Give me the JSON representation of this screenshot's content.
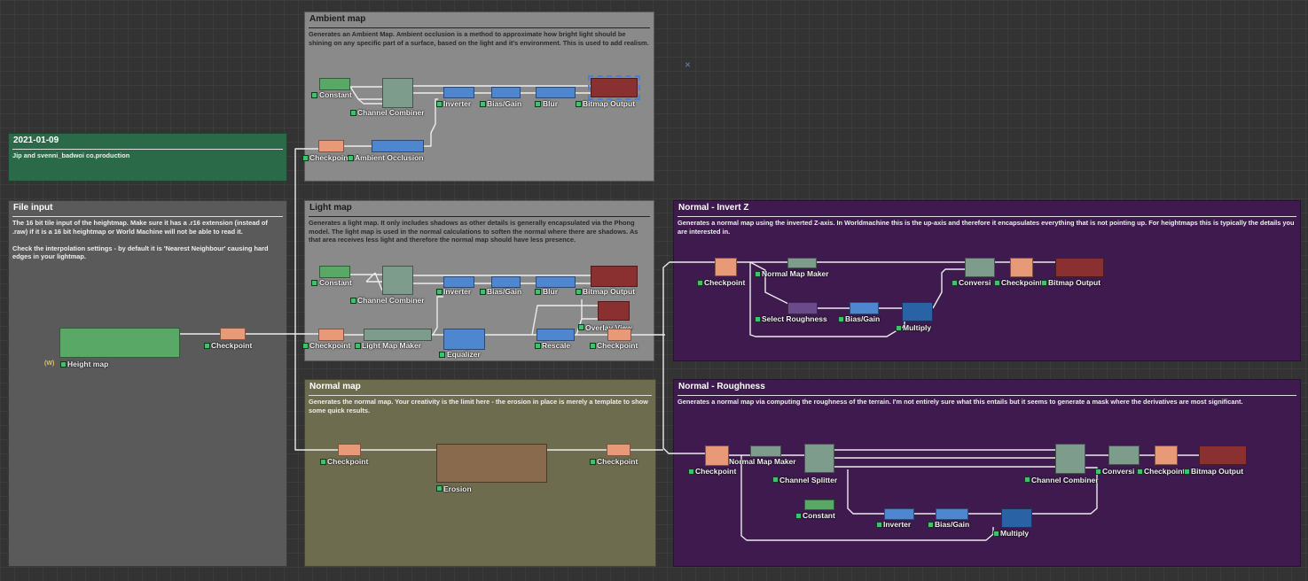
{
  "groups": {
    "info": {
      "title": "2021-01-09",
      "desc": "Jip and svenni_badwoi co.production"
    },
    "file_input": {
      "title": "File input",
      "desc": "The 16 bit tile input of the heightmap. Make sure it has a .r16 extension (instead of .raw) if it is a 16 bit heightmap or World Machine will not be able to read it.\n\nCheck the interpolation settings - by default it is 'Nearest Neighbour' causing hard edges in your lightmap."
    },
    "ambient": {
      "title": "Ambient map",
      "desc": "Generates an Ambient Map. Ambient occlusion is a method to approximate how bright light should be shining on any specific part of a surface, based on the light and it's environment. This is used to add realism."
    },
    "light": {
      "title": "Light map",
      "desc": "Generates a light map. It only includes shadows as other details is generally encapsulated via the Phong model. The light map is used in the normal calculations to soften the normal where there are shadows. As that area receives less light and therefore the normal map should have less presence."
    },
    "normal": {
      "title": "Normal map",
      "desc": "Generates the normal map. Your creativity is the limit here - the erosion in place is merely a template to show some quick results."
    },
    "invz": {
      "title": "Normal - Invert Z",
      "desc": "Generates a normal map using the inverted Z-axis. In Worldmachine this is the up-axis and therefore it encapsulates everything that is not pointing up. For heightmaps this is typically the details you are interested in."
    },
    "rough": {
      "title": "Normal - Roughness",
      "desc": "Generates a normal map via computing the roughness of the terrain. I'm not entirely sure what this entails but it seems to generate a mask where the derivatives are most significant."
    }
  },
  "wire_label": "(W)",
  "nodes": {
    "height_map": "Height map",
    "fi_checkpoint": "Checkpoint",
    "am_constant": "Constant",
    "am_channel_combiner": "Channel Combiner",
    "am_inverter": "Inverter",
    "am_bias_gain": "Bias/Gain",
    "am_blur": "Blur",
    "am_bitmap_output": "Bitmap Output",
    "am_checkpoint": "Checkpoint",
    "am_ambient_occlusion": "Ambient Occlusion",
    "lm_constant": "Constant",
    "lm_channel_combiner": "Channel Combiner",
    "lm_inverter": "Inverter",
    "lm_bias_gain": "Bias/Gain",
    "lm_blur": "Blur",
    "lm_bitmap_output": "Bitmap Output",
    "lm_overlay_view": "Overlay View",
    "lm_checkpoint_in": "Checkpoint",
    "lm_light_map_maker": "Light Map Maker",
    "lm_equalizer": "Equalizer",
    "lm_rescale": "Rescale",
    "lm_checkpoint_out": "Checkpoint",
    "nm_checkpoint_in": "Checkpoint",
    "nm_erosion": "Erosion",
    "nm_checkpoint_out": "Checkpoint",
    "iz_checkpoint": "Checkpoint",
    "iz_normal_map_maker": "Normal Map Maker",
    "iz_select_roughness": "Select Roughness",
    "iz_bias_gain": "Bias/Gain",
    "iz_multiply": "Multiply",
    "iz_conversion": "Conversi",
    "iz_checkpoint2": "Checkpoint",
    "iz_bitmap_output": "Bitmap Output",
    "nr_checkpoint": "Checkpoint",
    "nr_normal_map_maker": "Normal Map Maker",
    "nr_channel_splitter": "Channel Splitter",
    "nr_constant": "Constant",
    "nr_inverter": "Inverter",
    "nr_bias_gain": "Bias/Gain",
    "nr_multiply": "Multiply",
    "nr_channel_combiner": "Channel Combiner",
    "nr_conversion": "Conversi",
    "nr_checkpoint2": "Checkpoint",
    "nr_bitmap_output": "Bitmap Output"
  },
  "colors": {
    "canvas": "#333333",
    "group_gray": "#8a8a8a",
    "group_green": "#2a6a48",
    "group_olive": "#6e6c4e",
    "group_purple": "#3e1a4e",
    "group_input": "#5a5a5a",
    "node_green": "#5aa866",
    "node_sage": "#7e9c8c",
    "node_blue": "#4f86d0",
    "node_red": "#8a3030",
    "node_salmon": "#e89a78",
    "node_brown": "#8a6a4c",
    "node_purple": "#6a4a8a",
    "wire": "#ececec"
  }
}
